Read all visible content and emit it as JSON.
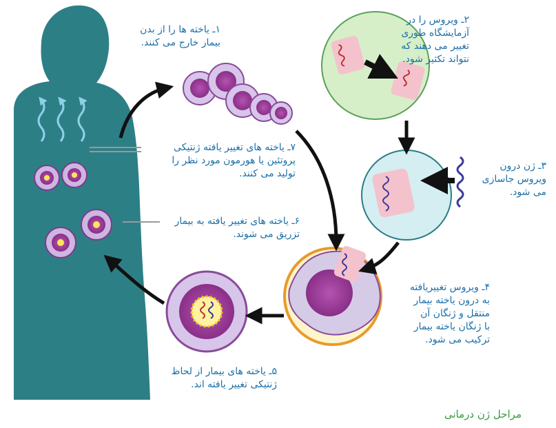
{
  "steps": {
    "s1": {
      "lines": [
        "۱ـ یاخته ها را از بدن",
        "بیمار خارج می کنند."
      ]
    },
    "s2": {
      "lines": [
        "۲ـ ویروس را در",
        "آزمایشگاه طوری",
        "تغییر می دهند که",
        "نتواند تکثیر شود."
      ]
    },
    "s3": {
      "lines": [
        "۳ـ ژن درون",
        "ویروس جاسازی",
        "می شود."
      ]
    },
    "s4": {
      "lines": [
        "۴ـ ویروس تغییریافته",
        "به درون یاخته بیمار",
        "منتقل و ژنگان آن",
        "با ژنگان یاخته بیمار",
        "ترکیب می شود."
      ]
    },
    "s5": {
      "lines": [
        "۵ـ یاخته های بیمار از لحاظ",
        "ژنتیکی تغییر یافته اند."
      ]
    },
    "s6": {
      "lines": [
        "۶ـ یاخته های تغییر یافته به بیمار",
        "تزریق می شوند."
      ]
    },
    "s7": {
      "lines": [
        "۷ـ یاخته های تغییر یافته ژنتیکی",
        "پروتئین یا هورمون مورد نظر را",
        "تولید می کنند."
      ]
    }
  },
  "caption": "مراحل ژن درمانی",
  "colors": {
    "label_text": "#1b6fa8",
    "caption_text": "#3a9a3a",
    "body_silhouette": "#2d7f86",
    "cell_purple": "#9b3f99",
    "cell_lavender": "#cdb6e2",
    "virus_pink": "#f4c2cc",
    "virus_green": "#d6efc8",
    "virus_teal": "#d4eef2",
    "arrow": "#111111",
    "wavy_arrows": "#8fd0e6"
  }
}
